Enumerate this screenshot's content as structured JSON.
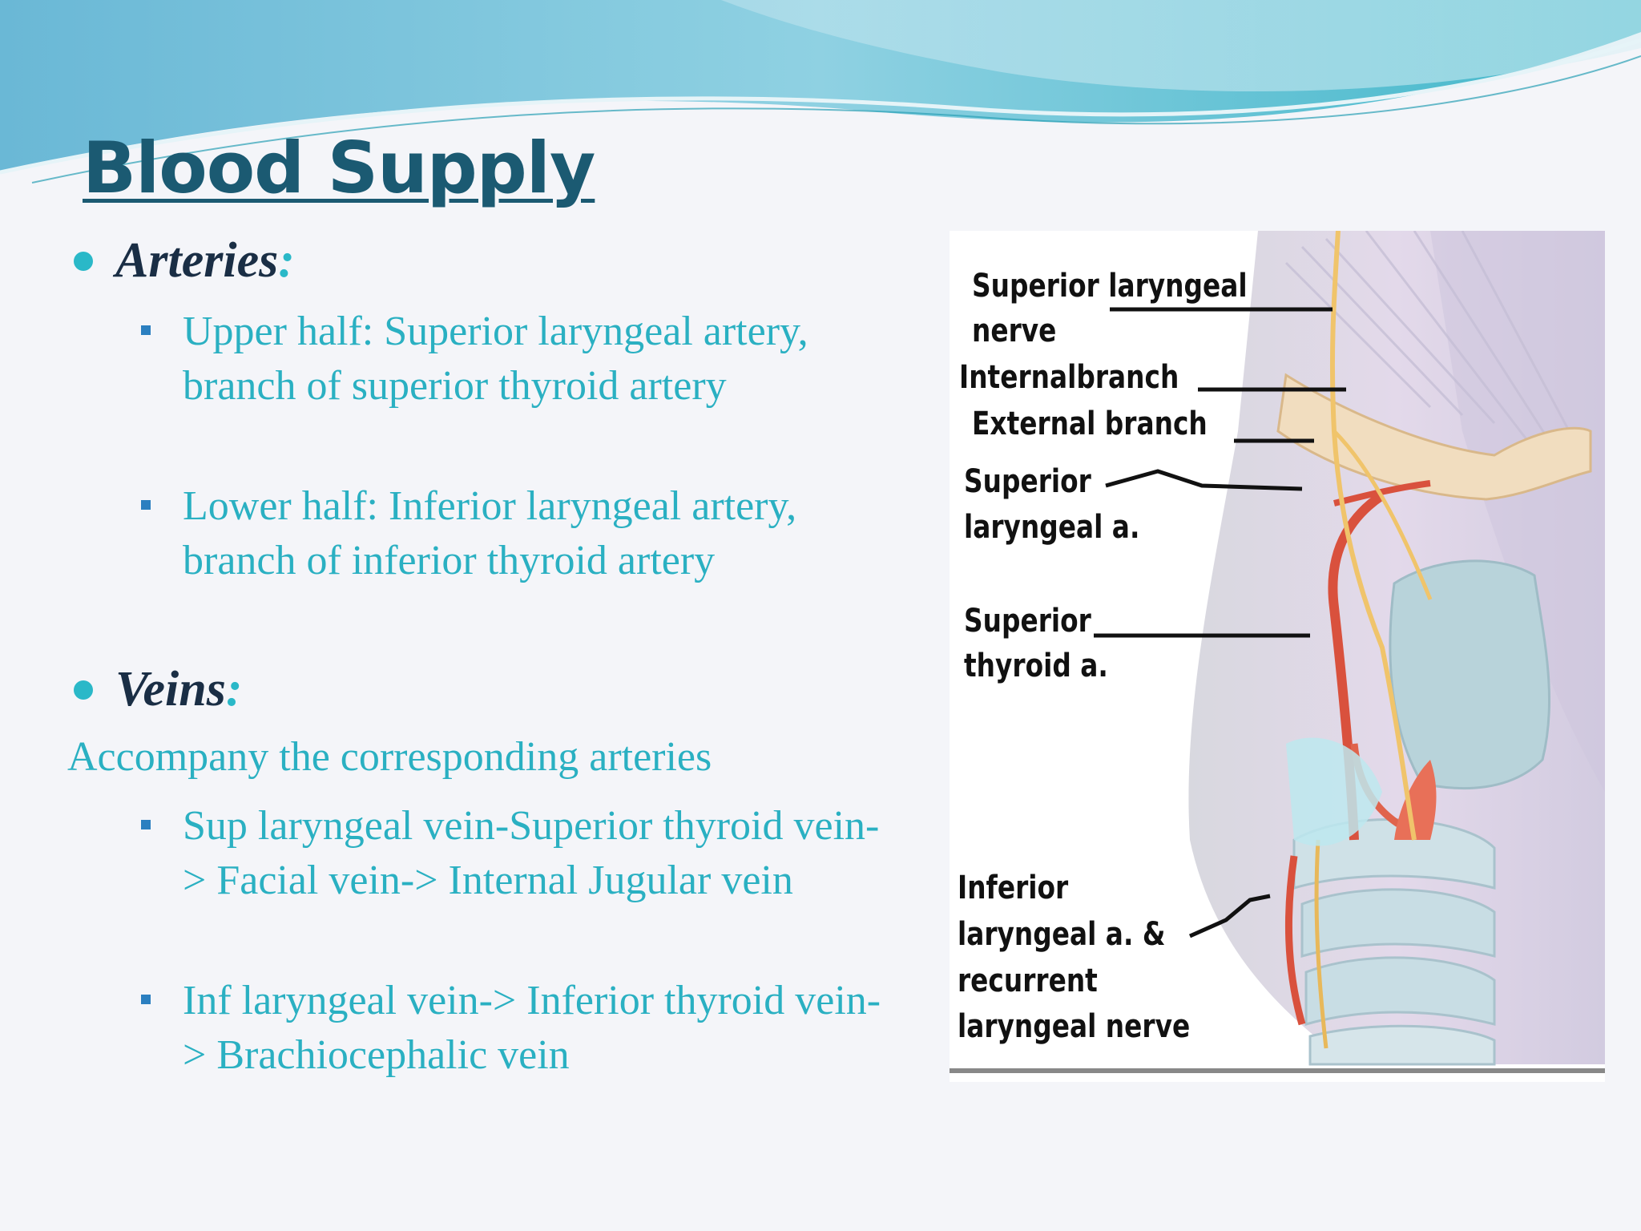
{
  "slide": {
    "title": "Blood Supply",
    "colors": {
      "title": "#1b5a72",
      "text": "#2ab0c2",
      "heading": "#1a2e45",
      "bullet": "#2ab8c8",
      "sub_bullet": "#2b7fc0"
    },
    "arteries": {
      "heading": "Arteries",
      "colon": ":",
      "items": [
        "Upper half: Superior laryngeal artery, branch of superior thyroid artery",
        "Lower half: Inferior laryngeal artery, branch of inferior thyroid artery"
      ]
    },
    "veins": {
      "heading": "Veins",
      "colon": ":",
      "note": "Accompany the corresponding arteries",
      "items": [
        "Sup laryngeal vein-Superior thyroid vein-> Facial vein-> Internal Jugular vein",
        "Inf laryngeal vein-> Inferior thyroid vein-> Brachiocephalic vein"
      ]
    }
  },
  "figure": {
    "labels": {
      "sup_lar_nerve_1": "Superior laryngeal",
      "sup_lar_nerve_2": "nerve",
      "internal_branch": "Internalbranch",
      "external_branch": "External branch",
      "sup_lar_a_1": "Superior",
      "sup_lar_a_2": "laryngeal a.",
      "sup_thy_a_1": "Superior",
      "sup_thy_a_2": "thyroid a.",
      "inf_1": "Inferior",
      "inf_2": "laryngeal a. &",
      "inf_3": "recurrent",
      "inf_4": "laryngeal nerve"
    }
  }
}
